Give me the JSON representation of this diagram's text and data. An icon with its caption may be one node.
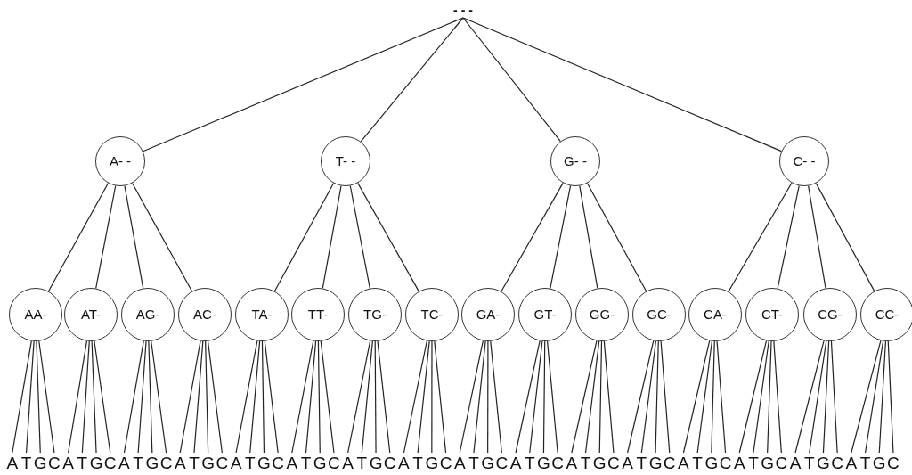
{
  "diagram": {
    "nodes": [
      {
        "text": [
          "- - -"
        ]
      },
      {
        "text": [
          "A- -"
        ]
      },
      {
        "text": [
          "T- -"
        ]
      },
      {
        "text": [
          "G- -"
        ]
      },
      {
        "text": [
          "C- -"
        ]
      },
      {
        "text": [
          "AA-"
        ]
      },
      {
        "text": [
          "AT-"
        ]
      },
      {
        "text": [
          "AG-"
        ]
      },
      {
        "text": [
          "AC-"
        ]
      },
      {
        "text": [
          "TA-"
        ]
      },
      {
        "text": [
          "TT-"
        ]
      },
      {
        "text": [
          "TG-"
        ]
      },
      {
        "text": [
          "TC-"
        ]
      },
      {
        "text": [
          "GA-"
        ]
      },
      {
        "text": [
          "GT-"
        ]
      },
      {
        "text": [
          "GG-"
        ]
      },
      {
        "text": [
          "GC-"
        ]
      },
      {
        "text": [
          "CA-"
        ]
      },
      {
        "text": [
          "CT-"
        ]
      },
      {
        "text": [
          "CG-"
        ]
      },
      {
        "text": [
          "CC-"
        ]
      },
      {
        "text": [
          "A"
        ]
      },
      {
        "text": [
          "T"
        ]
      },
      {
        "text": [
          "G"
        ]
      },
      {
        "text": [
          "C"
        ]
      },
      {
        "text": [
          "A"
        ]
      },
      {
        "text": [
          "T"
        ]
      },
      {
        "text": [
          "G"
        ]
      },
      {
        "text": [
          "C"
        ]
      },
      {
        "text": [
          "A"
        ]
      },
      {
        "text": [
          "T"
        ]
      },
      {
        "text": [
          "G"
        ]
      },
      {
        "text": [
          "C"
        ]
      },
      {
        "text": [
          "A"
        ]
      },
      {
        "text": [
          "T"
        ]
      },
      {
        "text": [
          "G"
        ]
      },
      {
        "text": [
          "C"
        ]
      },
      {
        "text": [
          "A"
        ]
      },
      {
        "text": [
          "T"
        ]
      },
      {
        "text": [
          "G"
        ]
      },
      {
        "text": [
          "C"
        ]
      },
      {
        "text": [
          "A"
        ]
      },
      {
        "text": [
          "T"
        ]
      },
      {
        "text": [
          "G"
        ]
      },
      {
        "text": [
          "C"
        ]
      },
      {
        "text": [
          "A"
        ]
      },
      {
        "text": [
          "T"
        ]
      },
      {
        "text": [
          "G"
        ]
      },
      {
        "text": [
          "C"
        ]
      },
      {
        "text": [
          "A"
        ]
      },
      {
        "text": [
          "T"
        ]
      },
      {
        "text": [
          "G"
        ]
      },
      {
        "text": [
          "C"
        ]
      },
      {
        "text": [
          "A"
        ]
      },
      {
        "text": [
          "T"
        ]
      },
      {
        "text": [
          "G"
        ]
      },
      {
        "text": [
          "C"
        ]
      },
      {
        "text": [
          "A"
        ]
      },
      {
        "text": [
          "T"
        ]
      },
      {
        "text": [
          "G"
        ]
      },
      {
        "text": [
          "C"
        ]
      },
      {
        "text": [
          "A"
        ]
      },
      {
        "text": [
          "T"
        ]
      },
      {
        "text": [
          "G"
        ]
      },
      {
        "text": [
          "C"
        ]
      },
      {
        "text": [
          "A"
        ]
      },
      {
        "text": [
          "T"
        ]
      },
      {
        "text": [
          "G"
        ]
      },
      {
        "text": [
          "C"
        ]
      },
      {
        "text": [
          "A"
        ]
      },
      {
        "text": [
          "T"
        ]
      },
      {
        "text": [
          "G"
        ]
      },
      {
        "text": [
          "C"
        ]
      },
      {
        "text": [
          "A"
        ]
      },
      {
        "text": [
          "T"
        ]
      },
      {
        "text": [
          "G"
        ]
      },
      {
        "text": [
          "C"
        ]
      },
      {
        "text": [
          "A"
        ]
      },
      {
        "text": [
          "T"
        ]
      },
      {
        "text": [
          "G"
        ]
      },
      {
        "text": [
          "C"
        ]
      },
      {
        "text": [
          "A"
        ]
      },
      {
        "text": [
          "T"
        ]
      },
      {
        "text": [
          "G"
        ]
      },
      {
        "text": [
          "C"
        ]
      }
    ],
    "edges": [
      {
        "from": 0,
        "to": 1,
        "arrow": "none"
      },
      {
        "from": 0,
        "to": 2,
        "arrow": "none"
      },
      {
        "from": 0,
        "to": 3,
        "arrow": "none"
      },
      {
        "from": 0,
        "to": 4,
        "arrow": "none"
      },
      {
        "from": 1,
        "to": 5,
        "arrow": "none"
      },
      {
        "from": 1,
        "to": 6,
        "arrow": "none"
      },
      {
        "from": 1,
        "to": 7,
        "arrow": "none"
      },
      {
        "from": 1,
        "to": 8,
        "arrow": "none"
      },
      {
        "from": 2,
        "to": 9,
        "arrow": "none"
      },
      {
        "from": 2,
        "to": 10,
        "arrow": "none"
      },
      {
        "from": 2,
        "to": 11,
        "arrow": "none"
      },
      {
        "from": 2,
        "to": 12,
        "arrow": "none"
      },
      {
        "from": 3,
        "to": 13,
        "arrow": "none"
      },
      {
        "from": 3,
        "to": 14,
        "arrow": "none"
      },
      {
        "from": 3,
        "to": 15,
        "arrow": "none"
      },
      {
        "from": 3,
        "to": 16,
        "arrow": "none"
      },
      {
        "from": 4,
        "to": 17,
        "arrow": "none"
      },
      {
        "from": 4,
        "to": 18,
        "arrow": "none"
      },
      {
        "from": 4,
        "to": 19,
        "arrow": "none"
      },
      {
        "from": 4,
        "to": 20,
        "arrow": "none"
      },
      {
        "from": 5,
        "to": 21,
        "arrow": "none"
      },
      {
        "from": 5,
        "to": 22,
        "arrow": "none"
      },
      {
        "from": 5,
        "to": 23,
        "arrow": "none"
      },
      {
        "from": 5,
        "to": 24,
        "arrow": "none"
      },
      {
        "from": 6,
        "to": 25,
        "arrow": "none"
      },
      {
        "from": 6,
        "to": 26,
        "arrow": "none"
      },
      {
        "from": 6,
        "to": 27,
        "arrow": "none"
      },
      {
        "from": 6,
        "to": 28,
        "arrow": "none"
      },
      {
        "from": 7,
        "to": 29,
        "arrow": "none"
      },
      {
        "from": 7,
        "to": 30,
        "arrow": "none"
      },
      {
        "from": 7,
        "to": 31,
        "arrow": "none"
      },
      {
        "from": 7,
        "to": 32,
        "arrow": "none"
      },
      {
        "from": 8,
        "to": 33,
        "arrow": "none"
      },
      {
        "from": 8,
        "to": 34,
        "arrow": "none"
      },
      {
        "from": 8,
        "to": 35,
        "arrow": "none"
      },
      {
        "from": 8,
        "to": 36,
        "arrow": "none"
      },
      {
        "from": 9,
        "to": 37,
        "arrow": "none"
      },
      {
        "from": 9,
        "to": 38,
        "arrow": "none"
      },
      {
        "from": 9,
        "to": 39,
        "arrow": "none"
      },
      {
        "from": 9,
        "to": 40,
        "arrow": "none"
      },
      {
        "from": 10,
        "to": 41,
        "arrow": "none"
      },
      {
        "from": 10,
        "to": 42,
        "arrow": "none"
      },
      {
        "from": 10,
        "to": 43,
        "arrow": "none"
      },
      {
        "from": 10,
        "to": 44,
        "arrow": "none"
      },
      {
        "from": 11,
        "to": 45,
        "arrow": "none"
      },
      {
        "from": 11,
        "to": 46,
        "arrow": "none"
      },
      {
        "from": 11,
        "to": 47,
        "arrow": "none"
      },
      {
        "from": 11,
        "to": 48,
        "arrow": "none"
      },
      {
        "from": 12,
        "to": 49,
        "arrow": "none"
      },
      {
        "from": 12,
        "to": 50,
        "arrow": "none"
      },
      {
        "from": 12,
        "to": 51,
        "arrow": "none"
      },
      {
        "from": 12,
        "to": 52,
        "arrow": "none"
      },
      {
        "from": 13,
        "to": 53,
        "arrow": "none"
      },
      {
        "from": 13,
        "to": 54,
        "arrow": "none"
      },
      {
        "from": 13,
        "to": 55,
        "arrow": "none"
      },
      {
        "from": 13,
        "to": 56,
        "arrow": "none"
      },
      {
        "from": 14,
        "to": 57,
        "arrow": "none"
      },
      {
        "from": 14,
        "to": 58,
        "arrow": "none"
      },
      {
        "from": 14,
        "to": 59,
        "arrow": "none"
      },
      {
        "from": 14,
        "to": 60,
        "arrow": "none"
      },
      {
        "from": 15,
        "to": 61,
        "arrow": "none"
      },
      {
        "from": 15,
        "to": 62,
        "arrow": "none"
      },
      {
        "from": 15,
        "to": 63,
        "arrow": "none"
      },
      {
        "from": 15,
        "to": 64,
        "arrow": "none"
      },
      {
        "from": 16,
        "to": 65,
        "arrow": "none"
      },
      {
        "from": 16,
        "to": 66,
        "arrow": "none"
      },
      {
        "from": 16,
        "to": 67,
        "arrow": "none"
      },
      {
        "from": 16,
        "to": 68,
        "arrow": "none"
      },
      {
        "from": 17,
        "to": 69,
        "arrow": "none"
      },
      {
        "from": 17,
        "to": 70,
        "arrow": "none"
      },
      {
        "from": 17,
        "to": 71,
        "arrow": "none"
      },
      {
        "from": 17,
        "to": 72,
        "arrow": "none"
      },
      {
        "from": 18,
        "to": 73,
        "arrow": "none"
      },
      {
        "from": 18,
        "to": 74,
        "arrow": "none"
      },
      {
        "from": 18,
        "to": 75,
        "arrow": "none"
      },
      {
        "from": 18,
        "to": 76,
        "arrow": "none"
      },
      {
        "from": 19,
        "to": 77,
        "arrow": "none"
      },
      {
        "from": 19,
        "to": 78,
        "arrow": "none"
      },
      {
        "from": 19,
        "to": 79,
        "arrow": "none"
      },
      {
        "from": 19,
        "to": 80,
        "arrow": "none"
      },
      {
        "from": 20,
        "to": 81,
        "arrow": "none"
      },
      {
        "from": 20,
        "to": 82,
        "arrow": "none"
      },
      {
        "from": 20,
        "to": 83,
        "arrow": "none"
      },
      {
        "from": 20,
        "to": 84,
        "arrow": "none"
      }
    ]
  }
}
